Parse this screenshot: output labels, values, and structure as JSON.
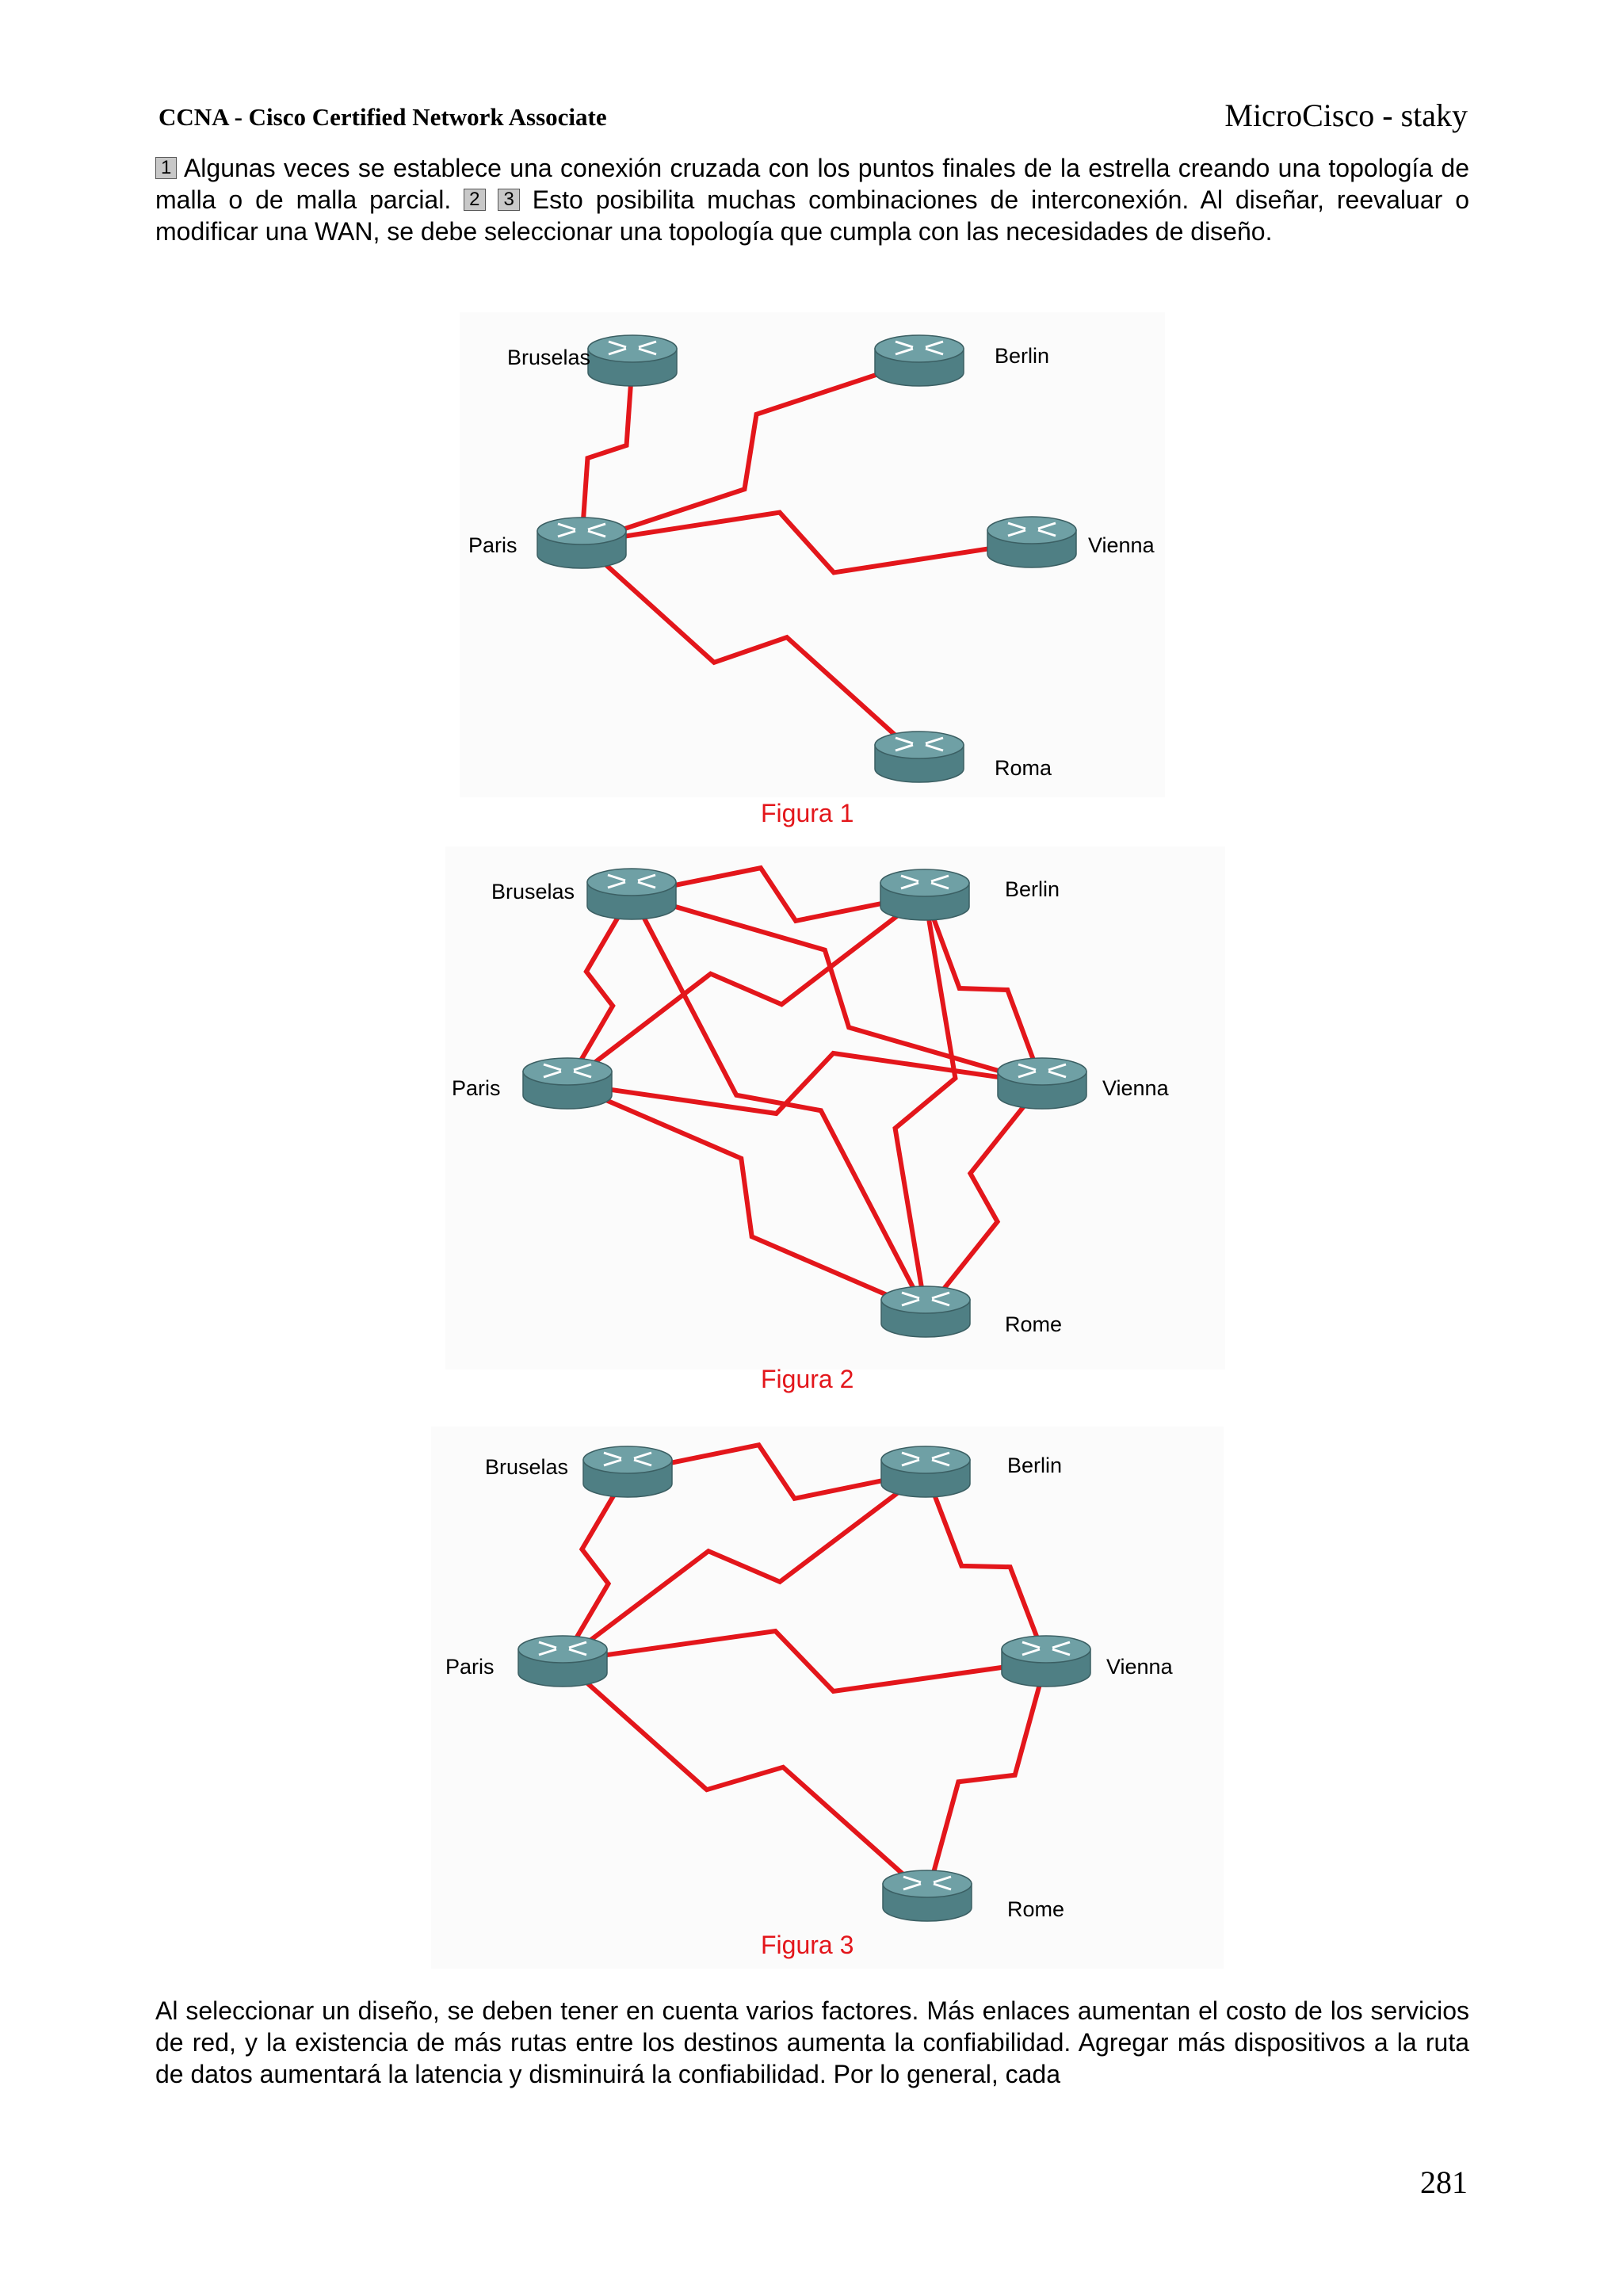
{
  "header": {
    "left": "CCNA - Cisco Certified Network Associate",
    "right": "MicroCisco - staky"
  },
  "paragraph1": {
    "badges": [
      "1",
      "2",
      "3"
    ],
    "text_a": "Algunas veces se establece una conexión cruzada con los puntos finales de la estrella creando una topología de malla o de malla parcial.",
    "text_b": "Esto posibilita muchas combinaciones de interconexión. Al diseñar, reevaluar o modificar una WAN, se debe seleccionar una topología que cumpla con las necesidades de diseño."
  },
  "figures": [
    {
      "caption": "Figura 1",
      "nodes": [
        "Bruselas",
        "Berlin",
        "Paris",
        "Vienna",
        "Roma"
      ],
      "links": [
        [
          "Paris",
          "Bruselas"
        ],
        [
          "Paris",
          "Berlin"
        ],
        [
          "Paris",
          "Vienna"
        ],
        [
          "Paris",
          "Roma"
        ]
      ]
    },
    {
      "caption": "Figura 2",
      "nodes": [
        "Bruselas",
        "Berlin",
        "Paris",
        "Vienna",
        "Rome"
      ],
      "links": [
        [
          "Bruselas",
          "Berlin"
        ],
        [
          "Bruselas",
          "Paris"
        ],
        [
          "Bruselas",
          "Vienna"
        ],
        [
          "Bruselas",
          "Rome"
        ],
        [
          "Berlin",
          "Paris"
        ],
        [
          "Berlin",
          "Vienna"
        ],
        [
          "Berlin",
          "Rome"
        ],
        [
          "Paris",
          "Vienna"
        ],
        [
          "Paris",
          "Rome"
        ],
        [
          "Vienna",
          "Rome"
        ]
      ]
    },
    {
      "caption": "Figura 3",
      "nodes": [
        "Bruselas",
        "Berlin",
        "Paris",
        "Vienna",
        "Rome"
      ],
      "links": [
        [
          "Bruselas",
          "Berlin"
        ],
        [
          "Bruselas",
          "Paris"
        ],
        [
          "Berlin",
          "Paris"
        ],
        [
          "Berlin",
          "Vienna"
        ],
        [
          "Paris",
          "Vienna"
        ],
        [
          "Paris",
          "Rome"
        ],
        [
          "Vienna",
          "Rome"
        ]
      ]
    }
  ],
  "paragraph2": "Al seleccionar un diseño, se deben tener en cuenta varios factores. Más enlaces aumentan el costo de los servicios de red, y la existencia de más rutas entre los destinos aumenta la confiabilidad. Agregar más dispositivos a la ruta de datos aumentará la latencia y disminuirá la confiabilidad. Por lo general, cada",
  "page_number": "281",
  "colors": {
    "link": "#e3161b",
    "router_body": "#4f7f84",
    "router_top": "#6fa0a5",
    "caption": "#e3161b"
  },
  "icon": "router-icon"
}
